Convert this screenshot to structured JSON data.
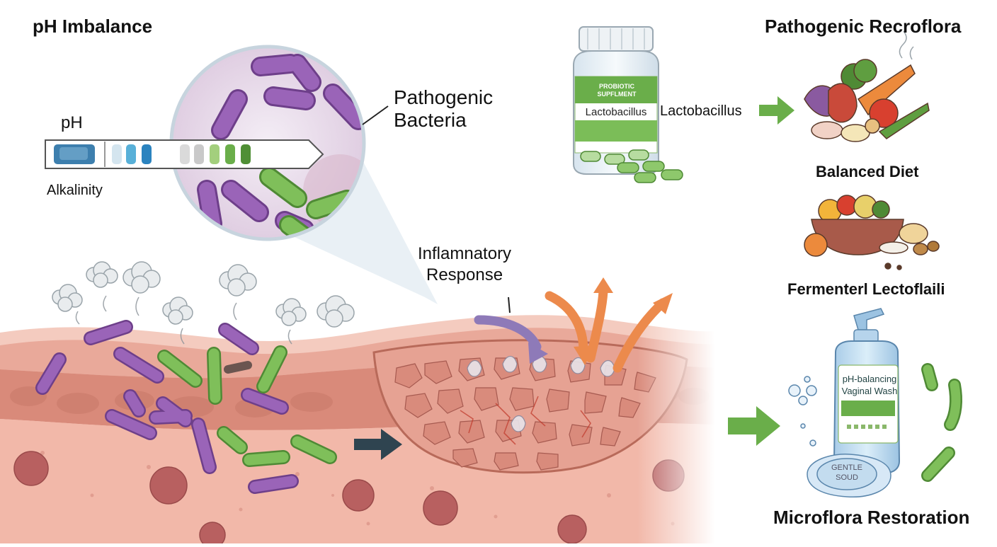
{
  "labels": {
    "ph_imbalance": "pH Imbalance",
    "ph": "pH",
    "alkalinity": "Alkalinity",
    "pathogenic_bacteria": "Pathogenic\nBacteria",
    "inflammatory_response": "Inflamnatory\nResponse",
    "lactobacillus": "Lactobacillus",
    "pathogenic_recroflora": "Pathogenic Recroflora",
    "balanced_diet": "Balanced Diet",
    "fermented": "Fermenterl Lectoflaili",
    "microflora_restoration": "Microflora Restoration"
  },
  "supplement": {
    "header": "PROBIOTIC\nSUPFLMENT",
    "name": "Lactobacillus"
  },
  "wash": {
    "name": "pH-balancing\nVaginal Wash",
    "soap": "GENTLE\nSOUD"
  },
  "colors": {
    "pathogen_purple": "#9a64b8",
    "lacto_green": "#7fbf5a",
    "tissue_pink": "#f0b4a6",
    "arrow_green": "#6aae4a",
    "arrow_orange": "#ec8a4c",
    "arrow_purple": "#8e7ab8",
    "arrow_dark": "#2f4450"
  }
}
